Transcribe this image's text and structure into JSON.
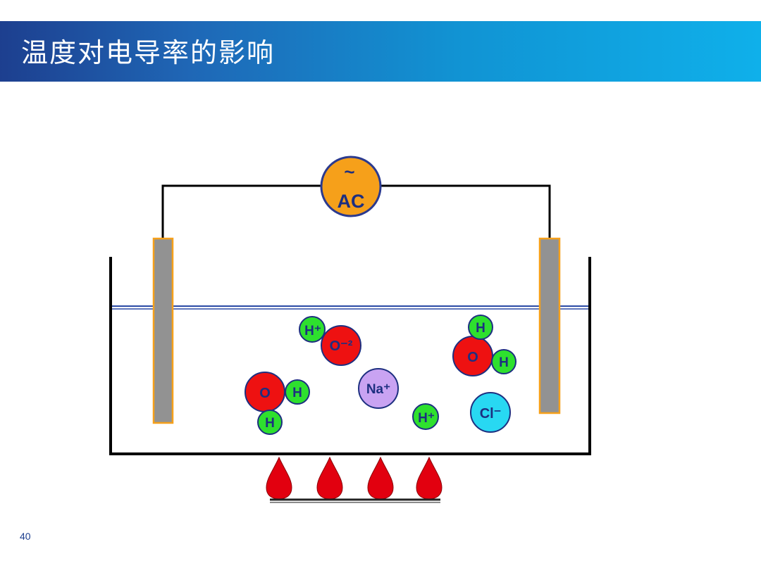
{
  "slide": {
    "title": "温度对电导率的影响",
    "page_number": "40"
  },
  "colors": {
    "title_bar_start": "#1d3f8f",
    "title_bar_end": "#0fb0ea",
    "source_fill": "#f6a01a",
    "electrode_fill": "#929292",
    "electrode_border": "#f6a01a",
    "water_line": "#2b4aa5",
    "oxygen": "#ee1111",
    "hydrogen": "#2ee02e",
    "sodium": "#c9a3f2",
    "chloride": "#28d8f2",
    "flame": "#e2000f"
  },
  "diagram": {
    "source": {
      "symbol": "~",
      "label": "AC"
    },
    "ions": {
      "h_ion_1": "H⁺",
      "oxide": "O⁻²",
      "water_right_h_top": "H",
      "water_right_o": "O",
      "water_right_h_bottom": "H",
      "water_left_o": "O",
      "water_left_h_right": "H",
      "water_left_h_bottom": "H",
      "sodium": "Na⁺",
      "h_ion_2": "H⁺",
      "chloride": "Cl⁻"
    },
    "heat_source_icon": "flame-icon"
  }
}
